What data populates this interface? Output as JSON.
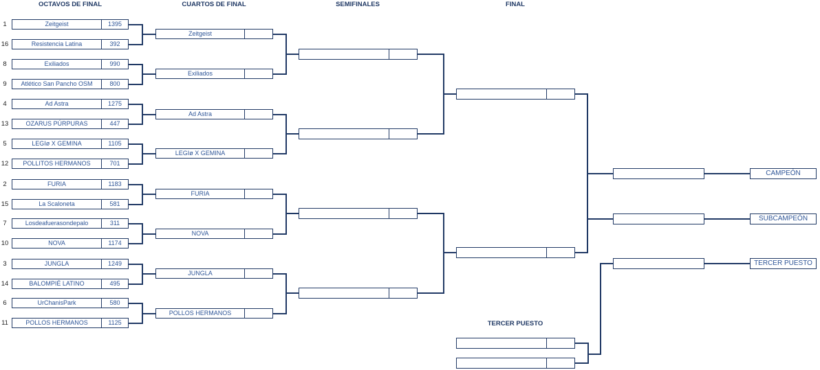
{
  "headers": {
    "octavos": "OCTAVOS DE FINAL",
    "cuartos": "CUARTOS DE FINAL",
    "semis": "SEMIFINALES",
    "final": "FINAL",
    "tercer": "TERCER PUESTO"
  },
  "octavos": [
    {
      "seed": "1",
      "team": "Zeitgeist",
      "score": "1395"
    },
    {
      "seed": "16",
      "team": "Resistencia Latina",
      "score": "392"
    },
    {
      "seed": "8",
      "team": "Exiliados",
      "score": "990"
    },
    {
      "seed": "9",
      "team": "Atlético San Pancho OSM",
      "score": "800"
    },
    {
      "seed": "4",
      "team": "Ad Astra",
      "score": "1275"
    },
    {
      "seed": "13",
      "team": "OZARUS PÚRPURAS",
      "score": "447"
    },
    {
      "seed": "5",
      "team": "LEGIø X GEMINA",
      "score": "1105"
    },
    {
      "seed": "12",
      "team": "POLLITOS HERMANOS",
      "score": "701"
    },
    {
      "seed": "2",
      "team": "FURIA",
      "score": "1183"
    },
    {
      "seed": "15",
      "team": "La Scaloneta",
      "score": "581"
    },
    {
      "seed": "7",
      "team": "Losdeafuerasondepalo",
      "score": "311"
    },
    {
      "seed": "10",
      "team": "NOVA",
      "score": "1174"
    },
    {
      "seed": "3",
      "team": "JUNGLA",
      "score": "1249"
    },
    {
      "seed": "14",
      "team": "BALOMPIÉ LATINO",
      "score": "495"
    },
    {
      "seed": "6",
      "team": "UrChanisPark",
      "score": "580"
    },
    {
      "seed": "11",
      "team": "POLLOS HERMANOS",
      "score": "1125"
    }
  ],
  "cuartos": [
    {
      "team": "Zeitgeist",
      "score": ""
    },
    {
      "team": "Exiliados",
      "score": ""
    },
    {
      "team": "Ad Astra",
      "score": ""
    },
    {
      "team": "LEGIø X GEMINA",
      "score": ""
    },
    {
      "team": "FURIA",
      "score": ""
    },
    {
      "team": "NOVA",
      "score": ""
    },
    {
      "team": "JUNGLA",
      "score": ""
    },
    {
      "team": "POLLOS HERMANOS",
      "score": ""
    }
  ],
  "semis": [
    {
      "team": "",
      "score": ""
    },
    {
      "team": "",
      "score": ""
    },
    {
      "team": "",
      "score": ""
    },
    {
      "team": "",
      "score": ""
    }
  ],
  "final": [
    {
      "team": "",
      "score": ""
    },
    {
      "team": "",
      "score": ""
    }
  ],
  "tercer_puesto": [
    {
      "team": "",
      "score": ""
    },
    {
      "team": "",
      "score": ""
    }
  ],
  "results": {
    "campeon": "CAMPEÓN",
    "subcampeon": "SUBCAMPEÓN",
    "tercer": "TERCER PUESTO"
  },
  "colors": {
    "line": "#1f3864",
    "text": "#2e5597",
    "header": "#1f3864"
  }
}
